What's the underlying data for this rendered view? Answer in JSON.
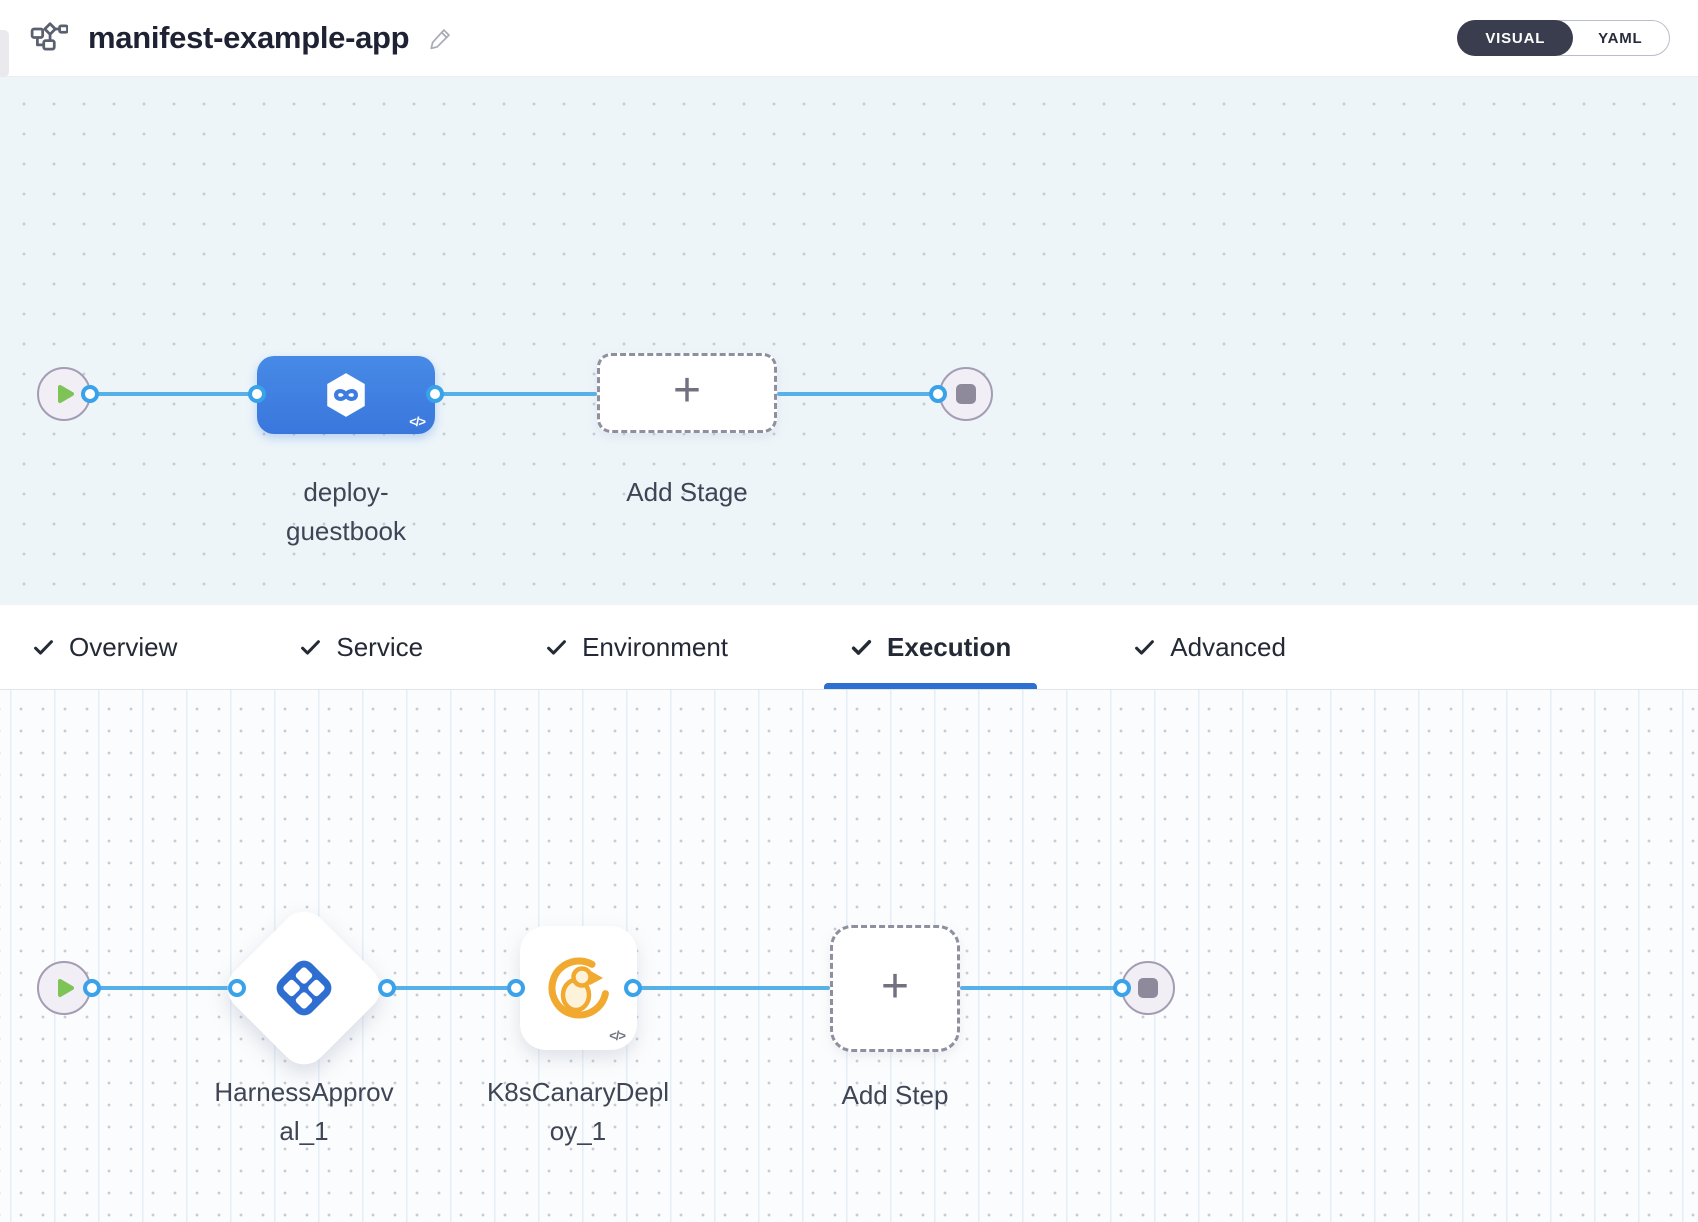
{
  "header": {
    "title": "manifest-example-app",
    "view_toggle": {
      "visual": "VISUAL",
      "yaml": "YAML",
      "selected": "VISUAL"
    }
  },
  "icons": {
    "plus": "+"
  },
  "stage_pipeline": {
    "stage_label": "deploy-guestbook",
    "add_stage_label": "Add Stage",
    "code_badge": "</>"
  },
  "tabs": {
    "items": [
      {
        "label": "Overview",
        "checked": true,
        "active": false
      },
      {
        "label": "Service",
        "checked": true,
        "active": false
      },
      {
        "label": "Environment",
        "checked": true,
        "active": false
      },
      {
        "label": "Execution",
        "checked": true,
        "active": true
      },
      {
        "label": "Advanced",
        "checked": true,
        "active": false
      }
    ]
  },
  "execution": {
    "steps": [
      {
        "label": "HarnessApproval_1",
        "type": "approval"
      },
      {
        "label": "K8sCanaryDeploy_1",
        "type": "k8s-canary"
      }
    ],
    "add_step_label": "Add Step",
    "code_badge": "</>"
  },
  "colors": {
    "accent_blue": "#3d7ce1",
    "connector_blue": "#57b1e8",
    "connector_dot_border": "#39a2e9",
    "play_green": "#7ec356",
    "stop_gray": "#8e8a9b",
    "toggle_dark": "#3a3d4e",
    "tab_underline": "#2e6fd2",
    "approval_blue": "#2e6ed0",
    "canary_orange": "#f1a92f",
    "canvas_top_bg": "#edf5f9",
    "canvas_bottom_bg": "#fbfcfd"
  }
}
